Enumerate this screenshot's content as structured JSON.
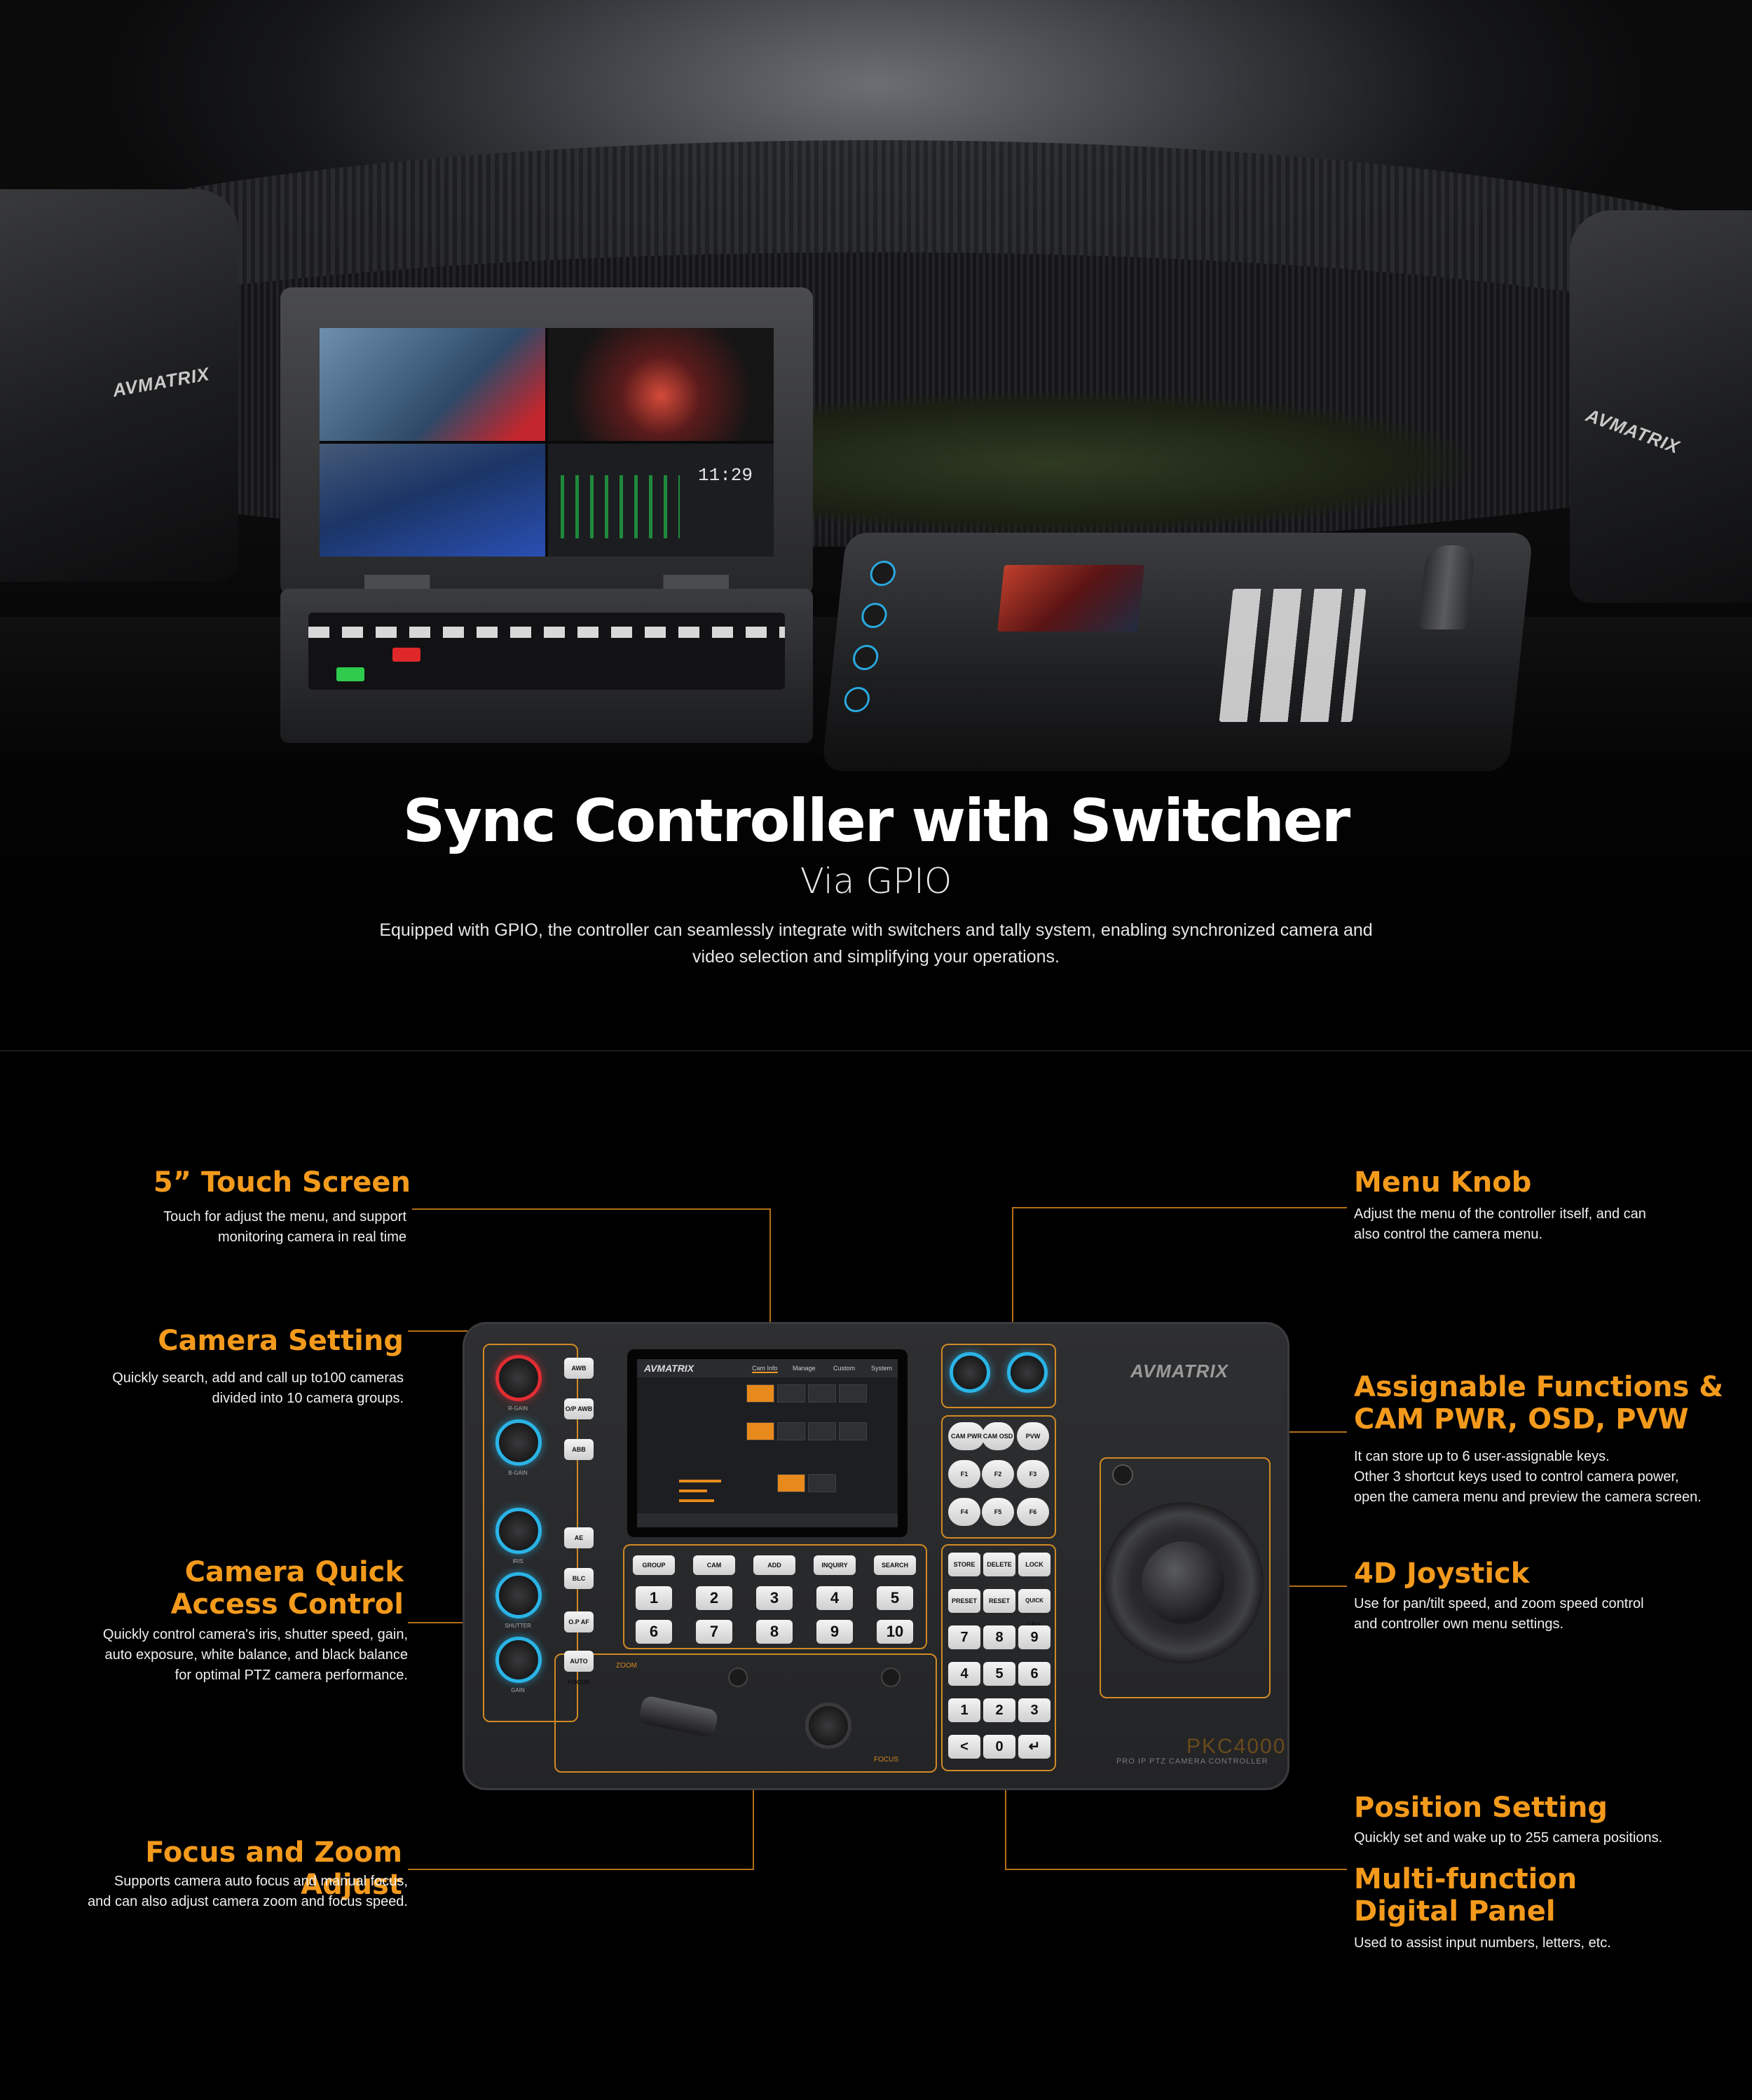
{
  "hero": {
    "title": "Sync Controller with Switcher",
    "subtitle": "Via GPIO",
    "description_line1": "Equipped with GPIO, the controller can seamlessly integrate with switchers and tally system, enabling synchronized camera and",
    "description_line2": "video selection and simplifying your operations.",
    "camera_logo": "AVMATRIX",
    "switcher_clock": "11:29"
  },
  "callouts": {
    "touch_screen": {
      "title": "5” Touch  Screen",
      "desc1": "Touch for adjust the menu, and support",
      "desc2": "monitoring camera in real time"
    },
    "camera_setting": {
      "title": "Camera Setting",
      "desc1": "Quickly search, add and call up to100 cameras",
      "desc2": "divided into 10 camera groups."
    },
    "quick_access": {
      "title1": "Camera Quick",
      "title2": "Access Control",
      "desc1": "Quickly control camera's iris, shutter speed, gain,",
      "desc2": "auto exposure, white balance, and black balance",
      "desc3": "for optimal PTZ camera performance."
    },
    "focus_zoom": {
      "title": "Focus and Zoom Adjust",
      "desc1": "Supports camera auto focus and manual focus,",
      "desc2": "and can also adjust camera zoom and focus speed."
    },
    "menu_knob": {
      "title": "Menu Knob",
      "desc1": "Adjust the menu of the controller itself, and can",
      "desc2": "also control the camera menu."
    },
    "assignable": {
      "title1": "Assignable Functions &",
      "title2": "CAM PWR, OSD, PVW",
      "desc1": "It can store up to 6 user-assignable keys.",
      "desc2": "Other 3 shortcut keys used to control camera power,",
      "desc3": "open the camera menu and preview the camera screen."
    },
    "joystick": {
      "title": "4D Joystick",
      "desc1": "Use for pan/tilt speed, and zoom speed control",
      "desc2": "and controller own menu settings."
    },
    "position": {
      "title": "Position Setting",
      "desc1": "Quickly set and wake up to 255 camera  positions."
    },
    "digital_panel": {
      "title1": "Multi-function",
      "title2": "Digital Panel",
      "desc1": "Used to assist input numbers, letters, etc."
    }
  },
  "controller": {
    "logo": "AVMATRIX",
    "model": "PKC4000",
    "model_sub": "PRO IP PTZ CAMERA CONTROLLER",
    "screen": {
      "logo": "AVMATRIX",
      "tabs": [
        "Cam Info",
        "Manage",
        "Custom",
        "System"
      ]
    },
    "knob_labels": [
      "R-GAIN",
      "B-GAIN",
      "IRIS",
      "SHUTTER",
      "GAIN"
    ],
    "side_keys": [
      "AWB",
      "O/P AWB",
      "ABB",
      "AE",
      "BLC"
    ],
    "func_keys": [
      "GROUP",
      "CAM",
      "ADD",
      "INQUIRY",
      "SEARCH"
    ],
    "cam_nums_row1": [
      "1",
      "2",
      "3",
      "4",
      "5"
    ],
    "cam_nums_row2": [
      "6",
      "7",
      "8",
      "9",
      "10"
    ],
    "assign_keys": [
      "CAM PWR",
      "CAM OSD",
      "PVW",
      "F1",
      "F2",
      "F3",
      "F4",
      "F5",
      "F6"
    ],
    "preset_keys": [
      "STORE",
      "DELETE",
      "LOCK",
      "PRESET",
      "RESET",
      "QUICK CALL"
    ],
    "numpad": [
      "7",
      "8",
      "9",
      "4",
      "5",
      "6",
      "1",
      "2",
      "3",
      "<",
      "0",
      "↵"
    ],
    "focus_keys": [
      "O.P AF",
      "AUTO FOCUS"
    ],
    "zoom_label": "ZOOM",
    "focus_label": "FOCUS"
  }
}
